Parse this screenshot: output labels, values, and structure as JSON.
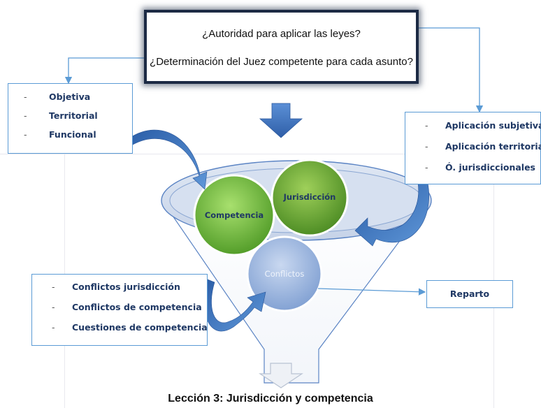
{
  "question_box": {
    "line1": "¿Autoridad para aplicar las leyes?",
    "line2": "¿Determinación del Juez competente para cada asunto?"
  },
  "left_box": {
    "items": [
      "Objetiva",
      "Territorial",
      "Funcional"
    ]
  },
  "right_box": {
    "items": [
      "Aplicación subjetiva",
      "Aplicación territorial",
      "Ó. jurisdiccionales"
    ]
  },
  "bottom_left_box": {
    "items": [
      "Conflictos jurisdicción",
      "Conflictos de competencia",
      "Cuestiones de competencia"
    ]
  },
  "reparto_box": {
    "label": "Reparto"
  },
  "circles": {
    "competencia": "Competencia",
    "jurisdiccion": "Jurisdicción",
    "conflictos": "Conflictos"
  },
  "list_dash": "-",
  "footer": {
    "title": "Lección 3: Jurisdicción y competencia"
  },
  "colors": {
    "box_border": "#5b9bd5",
    "list_text": "#1f3864",
    "arrow_blue": "#3f6fb5",
    "competencia_green": "#6fbf3a",
    "jurisdiccion_green": "#6aa63a",
    "conflictos_blue": "#8ea9d8"
  }
}
